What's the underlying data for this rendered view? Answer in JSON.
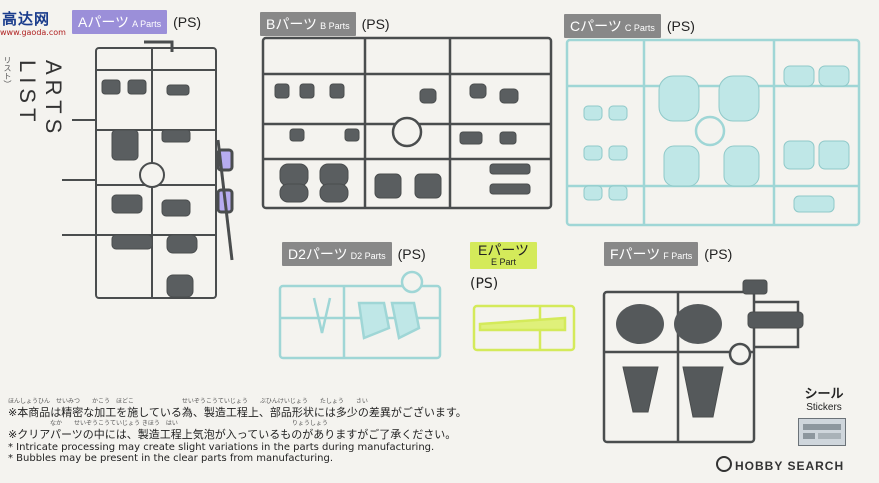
{
  "watermark": {
    "brand": "高达网",
    "domain": "www.gaoda.com"
  },
  "vertical_title": {
    "main": "ARTS LIST",
    "small": "リスト）"
  },
  "runners": {
    "a": {
      "label": "Aパーツ",
      "sub": "A Parts",
      "ps": "(PS)",
      "tag_color": "#9b8fd9"
    },
    "b": {
      "label": "Bパーツ",
      "sub": "B Parts",
      "ps": "(PS)",
      "tag_color": "#888888"
    },
    "c": {
      "label": "Cパーツ",
      "sub": "C Parts",
      "ps": "(PS)",
      "tag_color": "#888888"
    },
    "d2": {
      "label": "D2パーツ",
      "sub": "D2 Parts",
      "ps": "(PS)",
      "tag_color": "#888888"
    },
    "e": {
      "label": "Eパーツ",
      "sub": "E Part",
      "ps": "(PS)",
      "tag_color": "#d4ea5a"
    },
    "f": {
      "label": "Fパーツ",
      "sub": "F Parts",
      "ps": "(PS)",
      "tag_color": "#888888"
    }
  },
  "runner_colors": {
    "gray": "#5a5e60",
    "purple": "#b7acf0",
    "cyan": "#bfe7e7",
    "lime": "#dff07a",
    "f_gray": "#55595b"
  },
  "notes": {
    "furigana_1": "ほんしょうひん　せいみつ　　かこう　ほどこ　　　　　　　　せいぞうこうていじょう　　ぶひんけいじょう　　たしょう　　さい",
    "jp_1": "※本商品は精密な加工を施している為、製造工程上、部品形状には多少の差異がございます。",
    "furigana_2": "　　　　　　　なか　　せいぞうこうていじょう きほう　はい　　　　　　　　　　　　　　　　　　　りょうしょう",
    "jp_2": "※クリアパーツの中には、製造工程上気泡が入っているものがありますがご了承ください。",
    "en_1": "* Intricate processing may create slight variations in the parts during manufacturing.",
    "en_2": "* Bubbles may be present in the clear parts from manufacturing."
  },
  "stickers": {
    "jp": "シール",
    "en": "Stickers"
  },
  "footer": {
    "brand": "HOBBY SEARCH"
  }
}
